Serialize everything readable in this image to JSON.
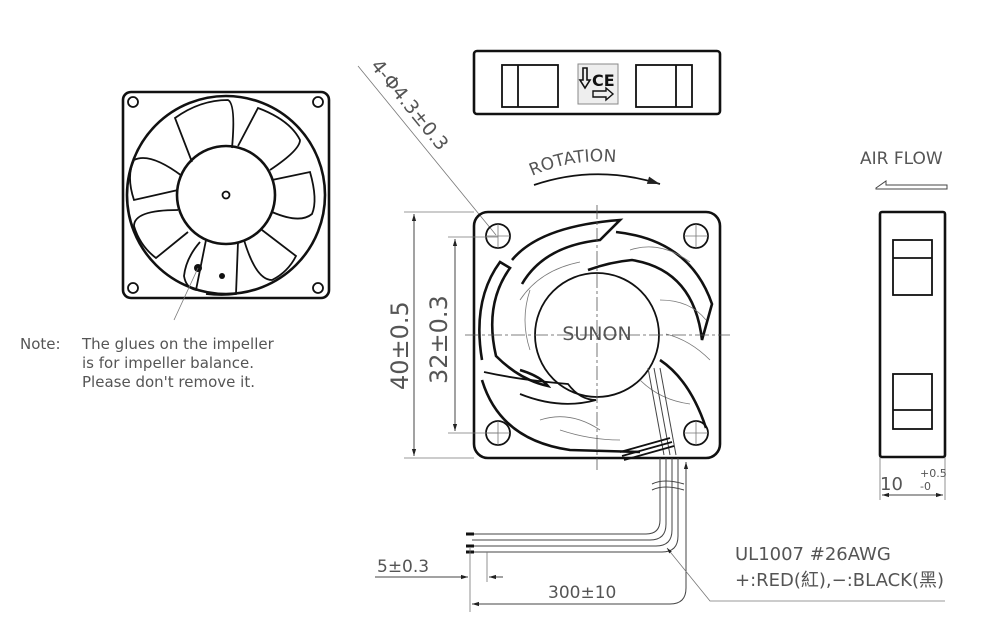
{
  "drawing": {
    "subject": "SUNON 40x40x10 mm axial DC fan outline drawing",
    "note": {
      "prefix": "Note:",
      "line1": "The glues on the impeller",
      "line2": "is for impeller balance.",
      "line3": "Please don't remove it."
    },
    "front_view": {
      "brand_label": "SUNON",
      "rotation_label": "ROTATION",
      "mounting_holes": "4-Φ4.3±0.3",
      "outer_dimension": "40±0.5",
      "hole_pitch": "32±0.3"
    },
    "side_view": {
      "airflow_label": "AIR FLOW",
      "thickness": "10",
      "thickness_tol_plus": "+0.5",
      "thickness_tol_minus": "-0"
    },
    "label_box": {
      "icon": "ce-mark-icon"
    },
    "leads": {
      "spec": "UL1007  #26AWG",
      "polarity": "+:RED(紅),−:BLACK(黑)",
      "length": "300±10",
      "strip_length": "5±0.3"
    },
    "colors": {
      "line": "#111111",
      "text": "#555555",
      "background": "#ffffff"
    }
  }
}
